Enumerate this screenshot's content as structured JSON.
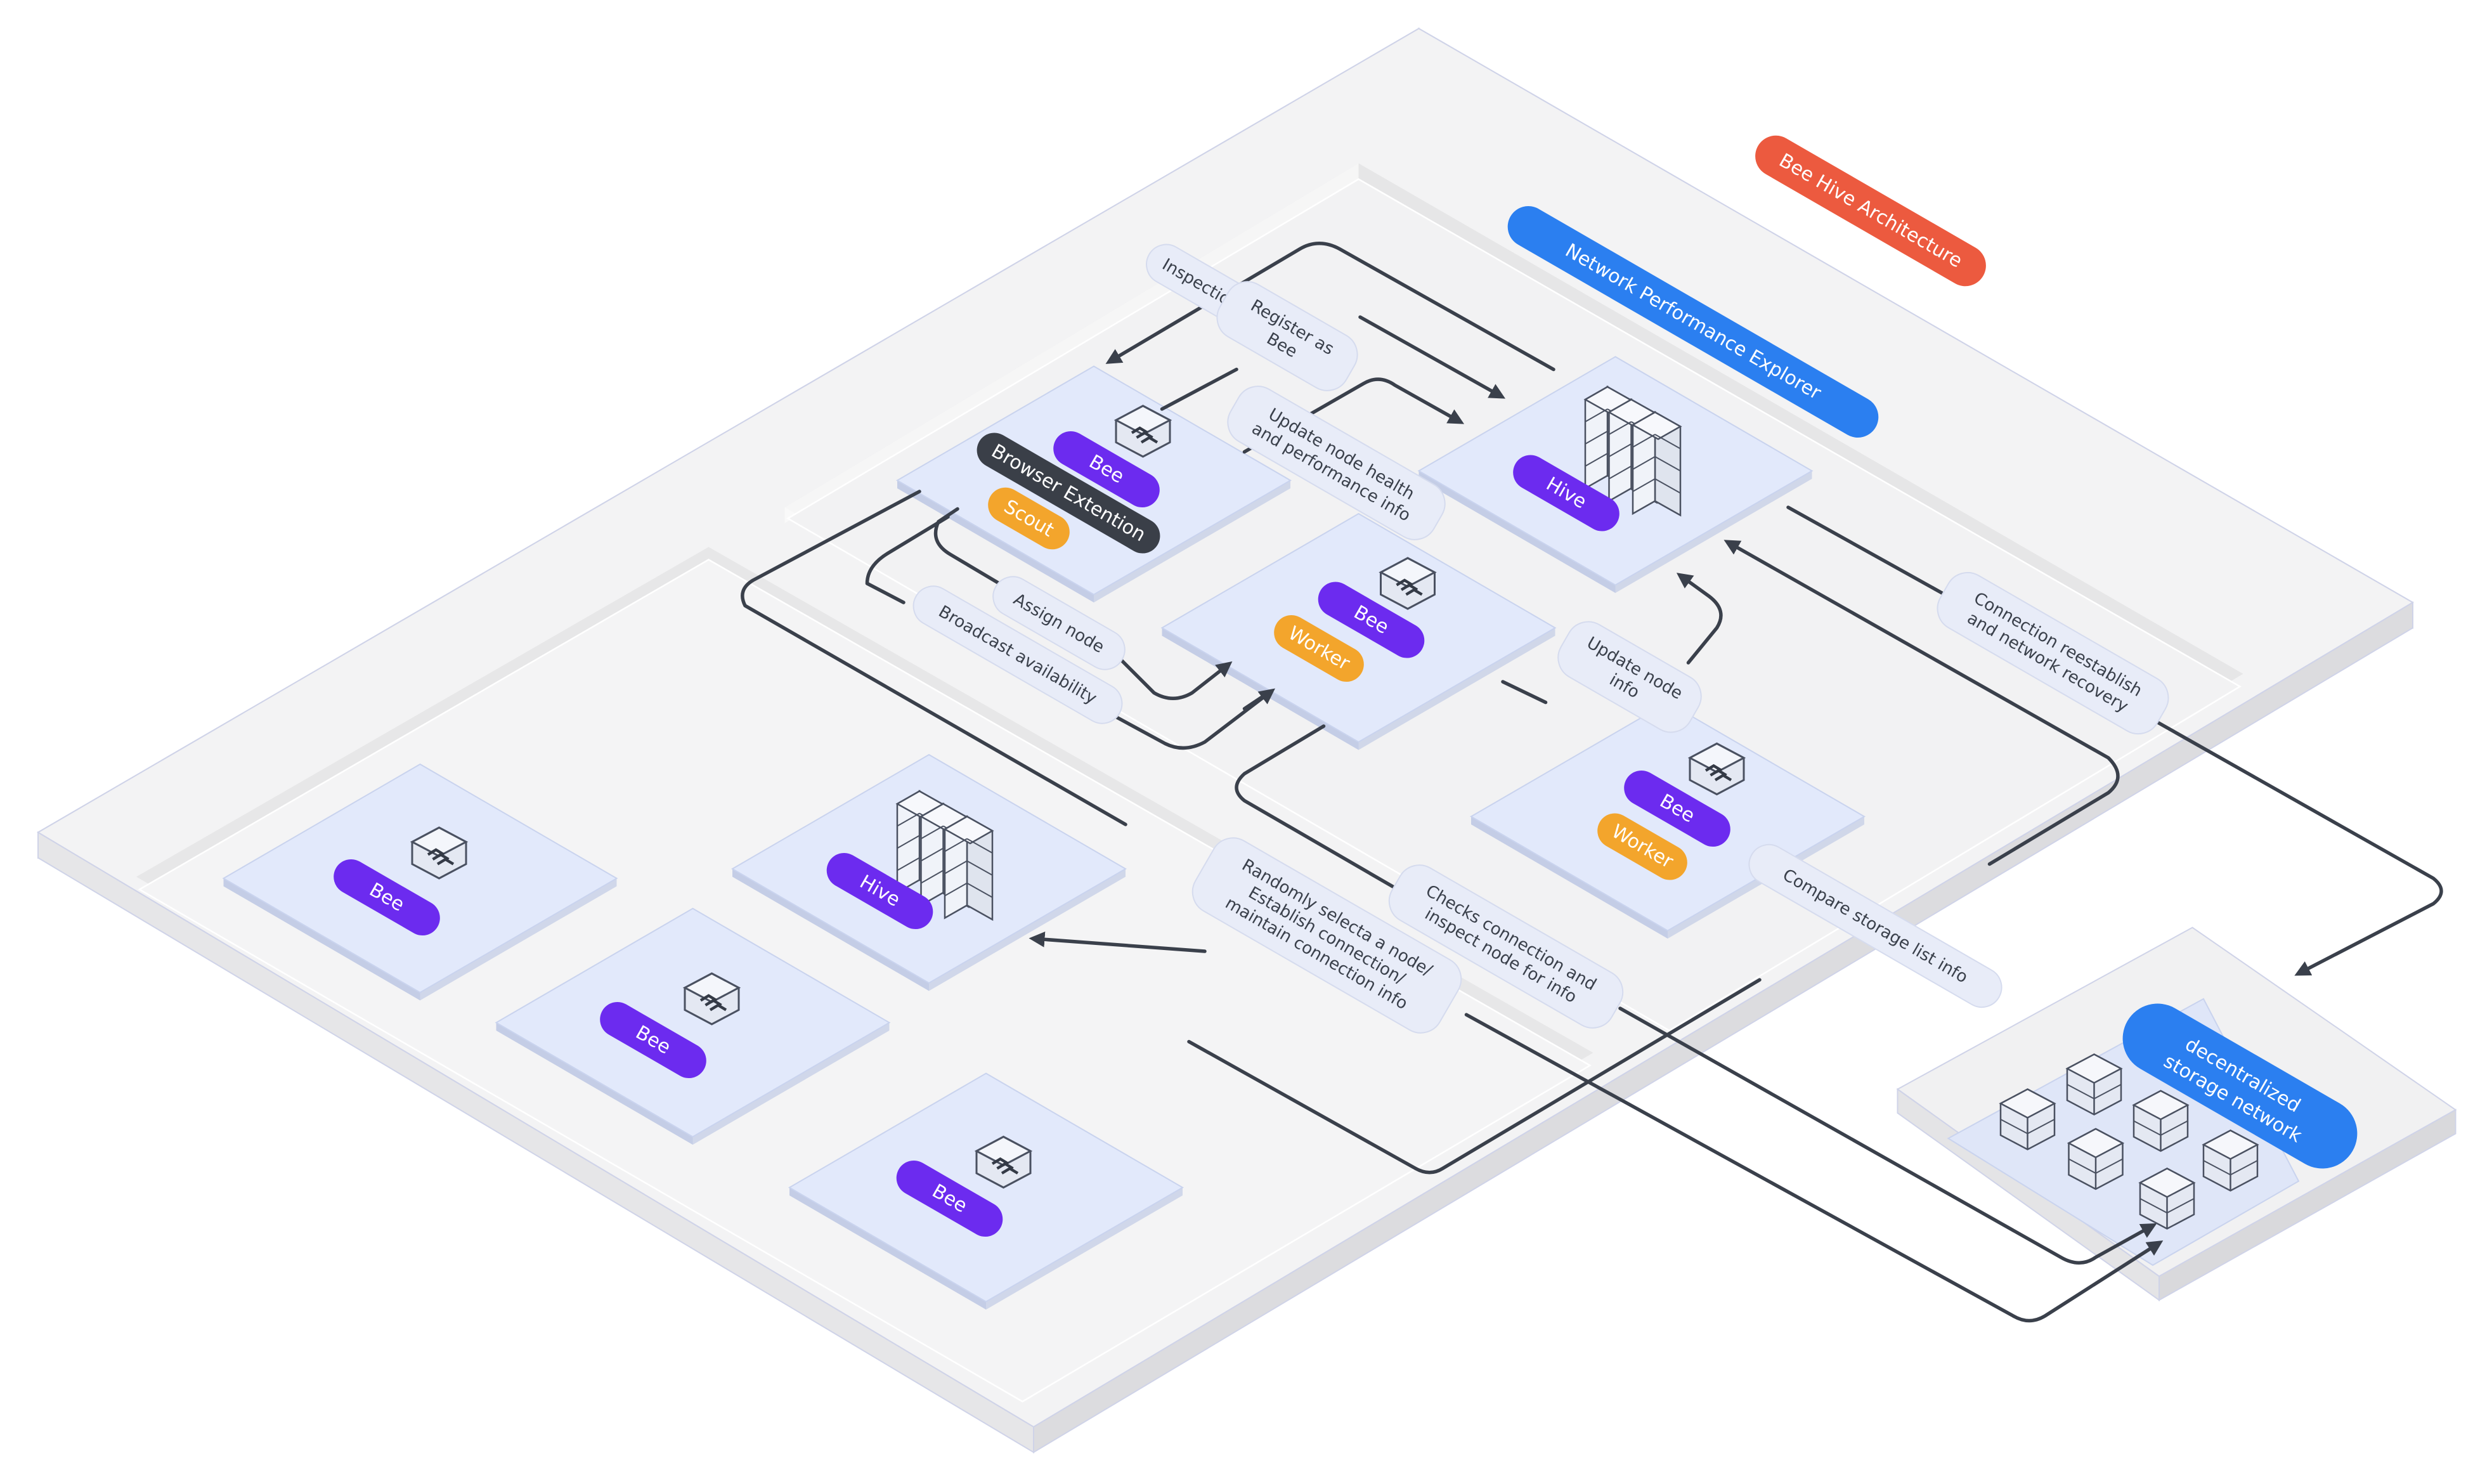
{
  "title": "Bee Hive Architecture",
  "zones": {
    "npe": "Network Performance Explorer",
    "storage": "decentralized storage network"
  },
  "nodes": {
    "bee_scout": {
      "role": "Bee",
      "ext": "Browser Extention",
      "tag": "Scout"
    },
    "hive_top": {
      "role": "Hive"
    },
    "bee_worker_1": {
      "role": "Bee",
      "tag": "Worker"
    },
    "bee_worker_2": {
      "role": "Bee",
      "tag": "Worker"
    },
    "hive_left": {
      "role": "Hive"
    },
    "bee_left_1": {
      "role": "Bee"
    },
    "bee_left_2": {
      "role": "Bee"
    },
    "bee_left_3": {
      "role": "Bee"
    }
  },
  "flows": {
    "inspection_reward": [
      "Inspection Reward"
    ],
    "register": [
      "Register as",
      "Bee"
    ],
    "update_health": [
      "Update node health",
      "and performance info"
    ],
    "assign": [
      "Assign node"
    ],
    "broadcast": [
      "Broadcast availability"
    ],
    "update_node": [
      "Update node",
      "info"
    ],
    "reestablish": [
      "Connection reestablish",
      "and network recovery"
    ],
    "randomly": [
      "Randomly selecta a node/",
      "Establish connection/",
      "maintain connection info"
    ],
    "checks": [
      "Checks connection and",
      "inspect node for info"
    ],
    "compare": [
      "Compare storage list info"
    ]
  },
  "colors": {
    "bee_pill": "#6c2bef",
    "worker_pill": "#f3a52c",
    "ext_pill": "#3a3f48",
    "title_pill": "#ec5a3f",
    "zone_pill": "#2b7ff0",
    "label_bg": "#e8ecf8",
    "connector": "#3a404b"
  },
  "icons": {
    "bee": "router-icon",
    "hive": "server-rack-icon",
    "storage": "storage-server-icon"
  }
}
